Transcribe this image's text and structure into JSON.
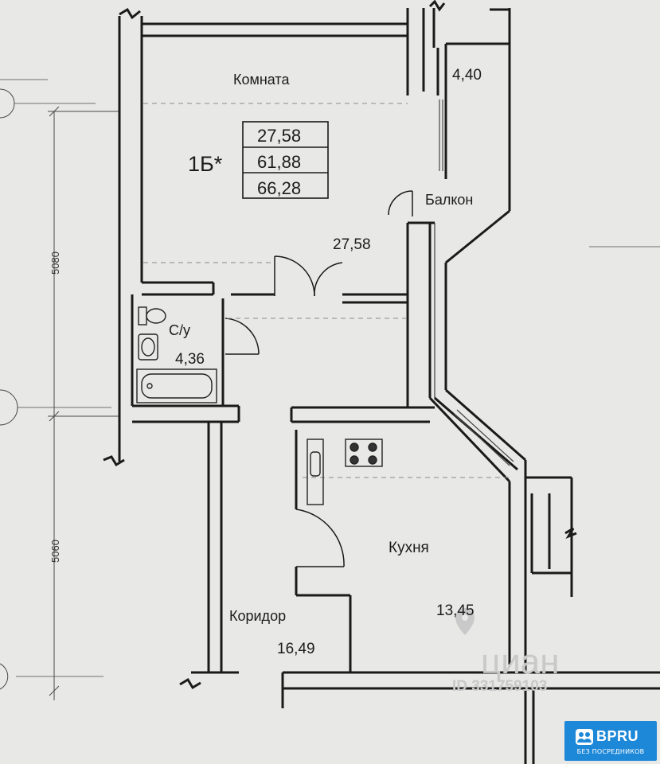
{
  "rooms": {
    "room_name": "Комната",
    "room_area": "27,58",
    "balcony_name": "Балкон",
    "balcony_area": "4,40",
    "bathroom_name": "С/у",
    "bathroom_area": "4,36",
    "kitchen_name": "Кухня",
    "kitchen_area": "13,45",
    "corridor_name": "Коридор",
    "corridor_area": "16,49"
  },
  "apartment": {
    "type": "1Б*",
    "areas": [
      "27,58",
      "61,88",
      "66,28"
    ]
  },
  "dimensions": {
    "upper": "5080",
    "lower": "5060"
  },
  "watermark": {
    "brand": "циан",
    "listing_id": "ID 331759103"
  },
  "badge": {
    "name": "BPRU",
    "subtitle": "БЕЗ ПОСРЕДНИКОВ",
    "color": "#1e88d8"
  },
  "icons": [
    "toilet-icon",
    "sink-icon",
    "bathtub-icon",
    "stove-icon",
    "kitchen-sink-icon",
    "location-pin-icon",
    "people-icon"
  ]
}
